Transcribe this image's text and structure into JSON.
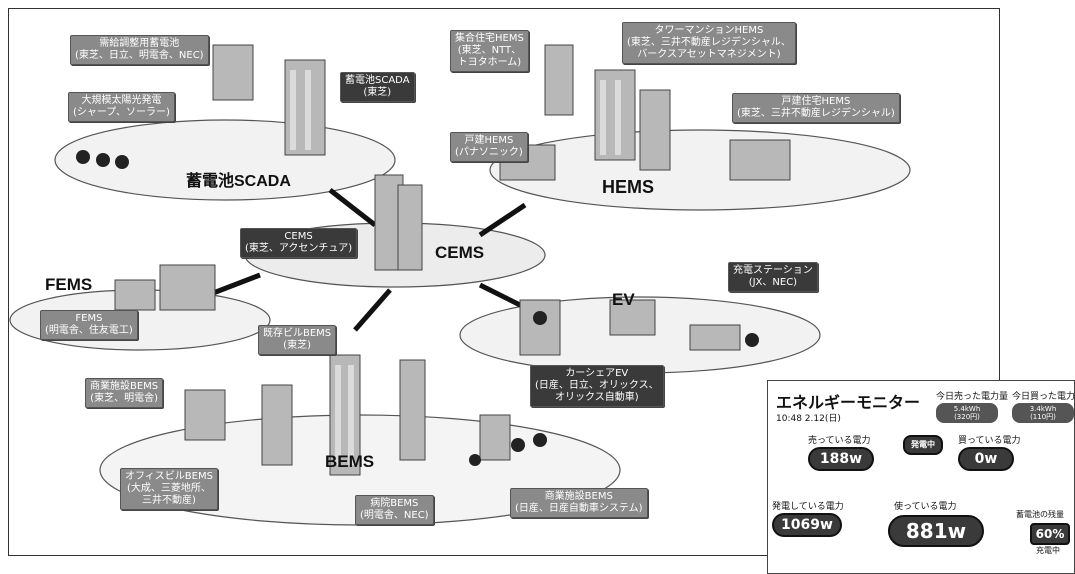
{
  "regions": {
    "scada": "蓄電池SCADA",
    "hems": "HEMS",
    "cems": "CEMS",
    "fems": "FEMS",
    "ev": "EV",
    "bems": "BEMS"
  },
  "boxes": {
    "supply_tracking": [
      "需給調整用蓄電池",
      "(東芝、日立、明電舎、NEC)"
    ],
    "solar_plant": [
      "大規模太陽光発電",
      "(シャープ、ソーラー)"
    ],
    "scada_toshiba": [
      "蓄電池SCADA",
      "(東芝)"
    ],
    "hems_complex": [
      "集合住宅HEMS",
      "(東芝、NTT、",
      "トヨタホーム)"
    ],
    "hems_tower": [
      "タワーマンションHEMS",
      "(東芝、三井不動産レジデンシャル、",
      "バークスアセットマネジメント)"
    ],
    "hems_detached": [
      "戸建住宅HEMS",
      "(東芝、三井不動産レジデンシャル)"
    ],
    "hems_toyota": [
      "戸建HEMS",
      "(パナソニック)"
    ],
    "cems": [
      "CEMS",
      "(東芝、アクセンチュア)"
    ],
    "fems": [
      "FEMS",
      "(明電舎、住友電工)"
    ],
    "station": [
      "充電ステーション",
      "(JX、NEC)"
    ],
    "ev_share": [
      "カーシェアEV",
      "(日産、日立、オリックス、",
      "オリックス自動車)"
    ],
    "bems_old": [
      "既存ビルBEMS",
      "(東芝)"
    ],
    "bems_commercial": [
      "商業施設BEMS",
      "(東芝、明電舎)"
    ],
    "bems_office": [
      "オフィスビルBEMS",
      "(大成、三菱地所、",
      "三井不動産)"
    ],
    "bems_hospital": [
      "病院BEMS",
      "(明電舎、NEC)"
    ],
    "bems_shopping": [
      "商業施設BEMS",
      "(日産、日産自動車システム)"
    ]
  },
  "monitor": {
    "title": "エネルギーモニター",
    "datetime": "10:48 2.12(日)",
    "sold_today": "今日売った電力量",
    "bought_today": "今日買った電力量",
    "sold_kwh": "5.4kWh",
    "sold_yen": "(320円)",
    "bought_kwh": "3.4kWh",
    "bought_yen": "(110円)",
    "selling": "売っている電力",
    "selling_val": "188w",
    "buying": "買っている電力",
    "buying_val": "0w",
    "power_center": "発電中",
    "generating": "発電している電力",
    "generating_val": "1069w",
    "using": "使っている電力",
    "using_val": "881w",
    "battery": "蓄電池の残量",
    "battery_val": "60%",
    "charging": "充電中"
  }
}
